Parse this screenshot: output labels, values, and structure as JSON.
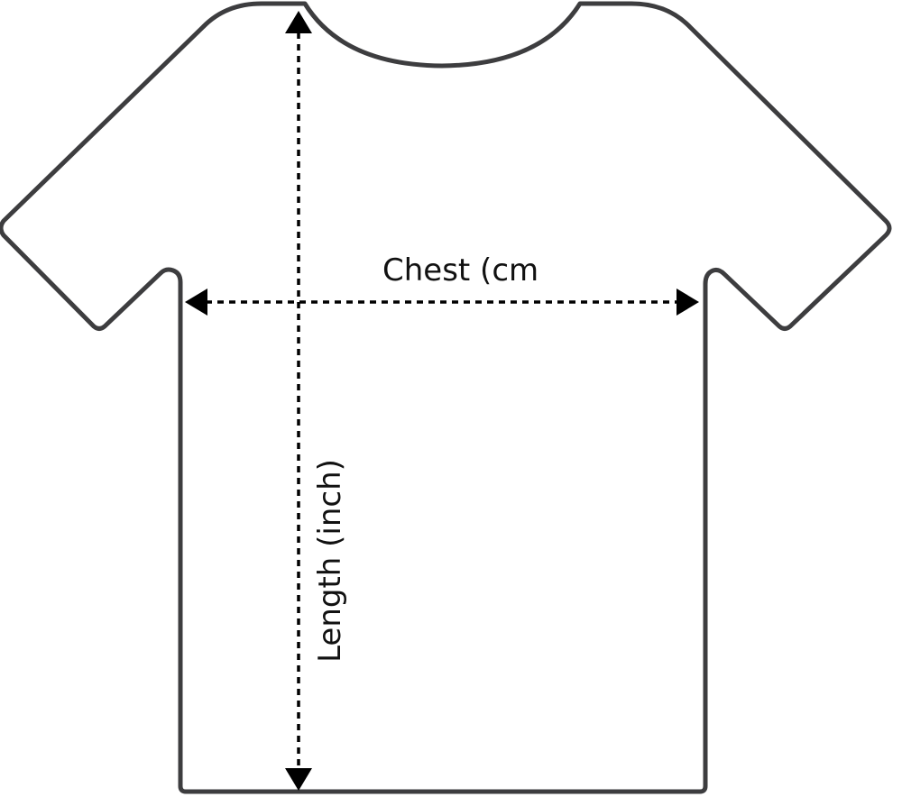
{
  "diagram": {
    "title": "T-shirt size measurement guide",
    "labels": {
      "chest": "Chest (cm",
      "length": "Length (inch)"
    },
    "colors": {
      "outline": "#3d3d3f",
      "arrow": "#000000"
    }
  }
}
